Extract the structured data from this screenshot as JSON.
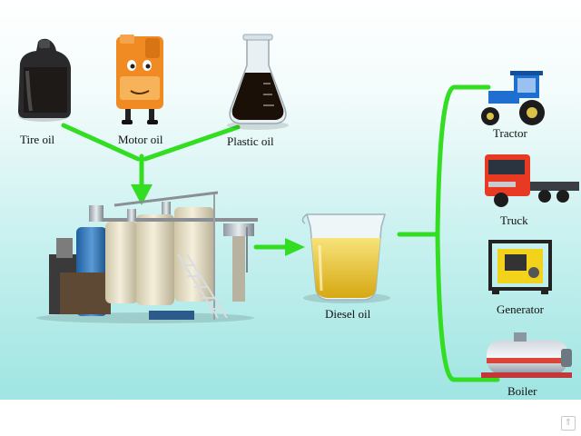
{
  "labels": {
    "tire_oil": "Tire oil",
    "motor_oil": "Motor oil",
    "plastic_oil": "Plastic oil",
    "diesel_oil": "Diesel oil",
    "tractor": "Tractor",
    "truck": "Truck",
    "generator": "Generator",
    "boiler": "Boiler"
  },
  "colors": {
    "arrow": "#33dd22",
    "background_bottom": "#9fe5e2",
    "diesel": "#e8c72b"
  },
  "icons": {
    "tire_oil": "oil-jug-icon",
    "motor_oil": "motor-oil-can-icon",
    "plastic_oil": "flask-icon",
    "plant": "pyrolysis-plant-icon",
    "diesel_oil": "beaker-icon",
    "tractor": "tractor-icon",
    "truck": "truck-icon",
    "generator": "generator-icon",
    "boiler": "boiler-icon",
    "watermark": "arrow-up-icon"
  },
  "watermark_glyph": "⇑"
}
